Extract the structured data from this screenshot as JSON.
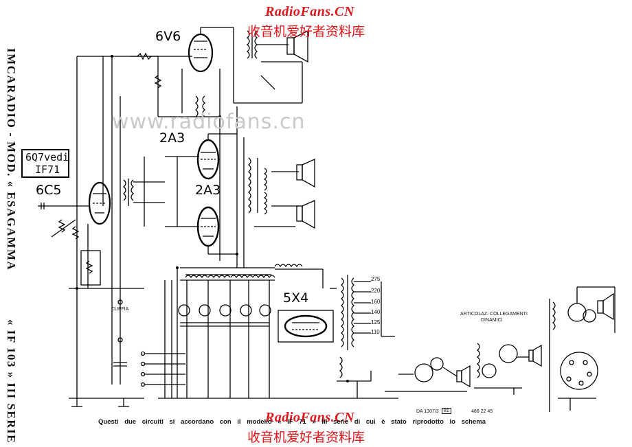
{
  "watermarks": {
    "top_site": "RadioFans.CN",
    "top_cn": "收音机爱好者资料库",
    "middle": "www.radiofans.cn",
    "bottom_site": "RadioFans.CN",
    "bottom_cn": "收音机爱好者资料库"
  },
  "title": {
    "maker_model": "IMCARADIO - MOD. « ESAGAMMA",
    "series": "« IF 103 » III SERIE"
  },
  "tubes": {
    "t1": "6V6",
    "t2": "2A3",
    "t3": "2A3",
    "t4": "6C5",
    "t5": "5X4"
  },
  "note_box": {
    "line1": "6Q7vedi",
    "line2": "IF71"
  },
  "labels": {
    "cuffia": "CUFFIA",
    "articolazioni": "ARTICOLAZ. COLLEGAMENTI",
    "dinamici": "DINAMICI",
    "ref_code": "DA 1307/3",
    "ref_box": "81",
    "ref_date": "486 22 45"
  },
  "taps": [
    "275",
    "220",
    "160",
    "140",
    "125",
    "110"
  ],
  "caption": "Questi due circuiti si accordano con il modello « IF 71 » III serie di cui è stato riprodotto lo schema"
}
